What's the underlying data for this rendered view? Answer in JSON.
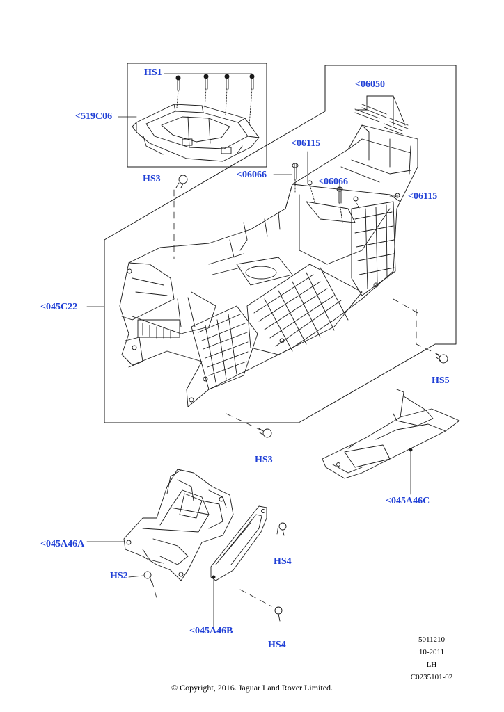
{
  "colors": {
    "callout_text": "#1f3fd6",
    "linework": "#1a1a1a",
    "background": "#ffffff"
  },
  "callouts": {
    "hs1": "HS1",
    "c519c06": "<519C06",
    "c06050": "<06050",
    "c06115_top": "<06115",
    "c06066_left": "<06066",
    "c06066_right": "<06066",
    "c06115_right": "<06115",
    "hs3_top": "HS3",
    "c045c22": "<045C22",
    "hs5": "HS5",
    "hs3_bottom": "HS3",
    "c045a46c": "<045A46C",
    "c045a46a": "<045A46A",
    "hs4_top": "HS4",
    "hs2": "HS2",
    "c045a46b": "<045A46B",
    "hs4_bottom": "HS4"
  },
  "reference": {
    "number": "5011210",
    "date": "10-2011",
    "side": "LH",
    "code": "C0235101-02"
  },
  "copyright": "© Copyright, 2016. Jaguar Land Rover Limited."
}
